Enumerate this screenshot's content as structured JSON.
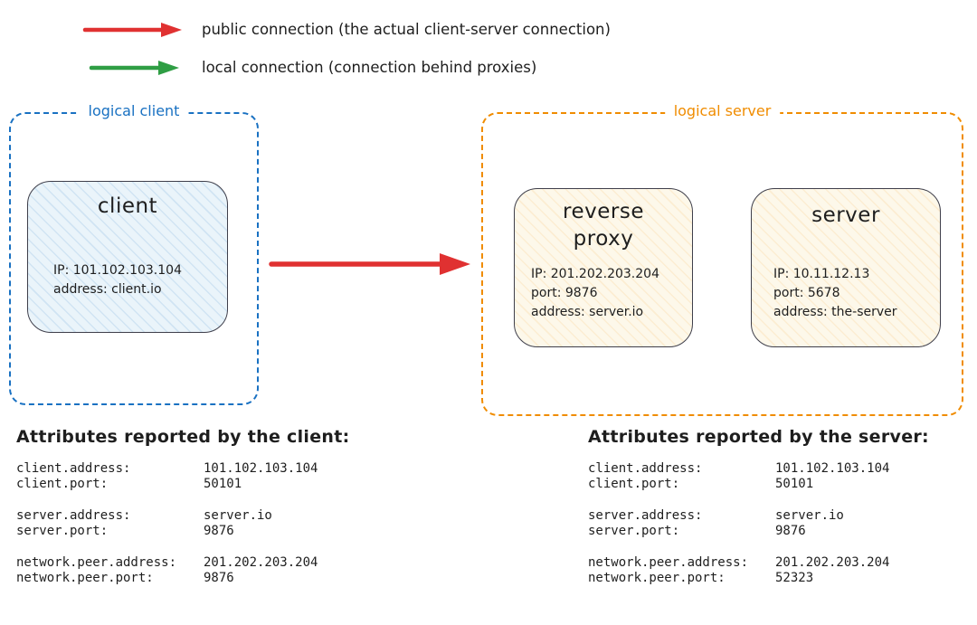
{
  "legend": {
    "public_label": "public connection (the actual client-server connection)",
    "local_label": "local connection (connection behind proxies)"
  },
  "colors": {
    "public_arrow": "#e03131",
    "local_arrow": "#2f9e44",
    "logical_client_border": "#1971c2",
    "logical_server_border": "#f08c00"
  },
  "logical_client": {
    "label": "logical client",
    "client": {
      "title": "client",
      "line1": "IP: 101.102.103.104",
      "line2": "address: client.io"
    }
  },
  "logical_server": {
    "label": "logical server",
    "reverse_proxy": {
      "title": "reverse proxy",
      "line1": "IP: 201.202.203.204",
      "line2": "port: 9876",
      "line3": "address: server.io"
    },
    "server": {
      "title": "server",
      "line1": "IP: 10.11.12.13",
      "line2": "port: 5678",
      "line3": "address: the-server"
    }
  },
  "client_attributes": {
    "heading": "Attributes reported by the client:",
    "rows": [
      {
        "key": "client.address:",
        "value": "101.102.103.104"
      },
      {
        "key": "client.port:",
        "value": "50101"
      },
      {
        "key": "server.address:",
        "value": "server.io"
      },
      {
        "key": "server.port:",
        "value": "9876"
      },
      {
        "key": "network.peer.address:",
        "value": "201.202.203.204"
      },
      {
        "key": "network.peer.port:",
        "value": "9876"
      }
    ]
  },
  "server_attributes": {
    "heading": "Attributes reported by the server:",
    "rows": [
      {
        "key": "client.address:",
        "value": "101.102.103.104"
      },
      {
        "key": "client.port:",
        "value": "50101"
      },
      {
        "key": "server.address:",
        "value": "server.io"
      },
      {
        "key": "server.port:",
        "value": "9876"
      },
      {
        "key": "network.peer.address:",
        "value": "201.202.203.204"
      },
      {
        "key": "network.peer.port:",
        "value": "52323"
      }
    ]
  }
}
